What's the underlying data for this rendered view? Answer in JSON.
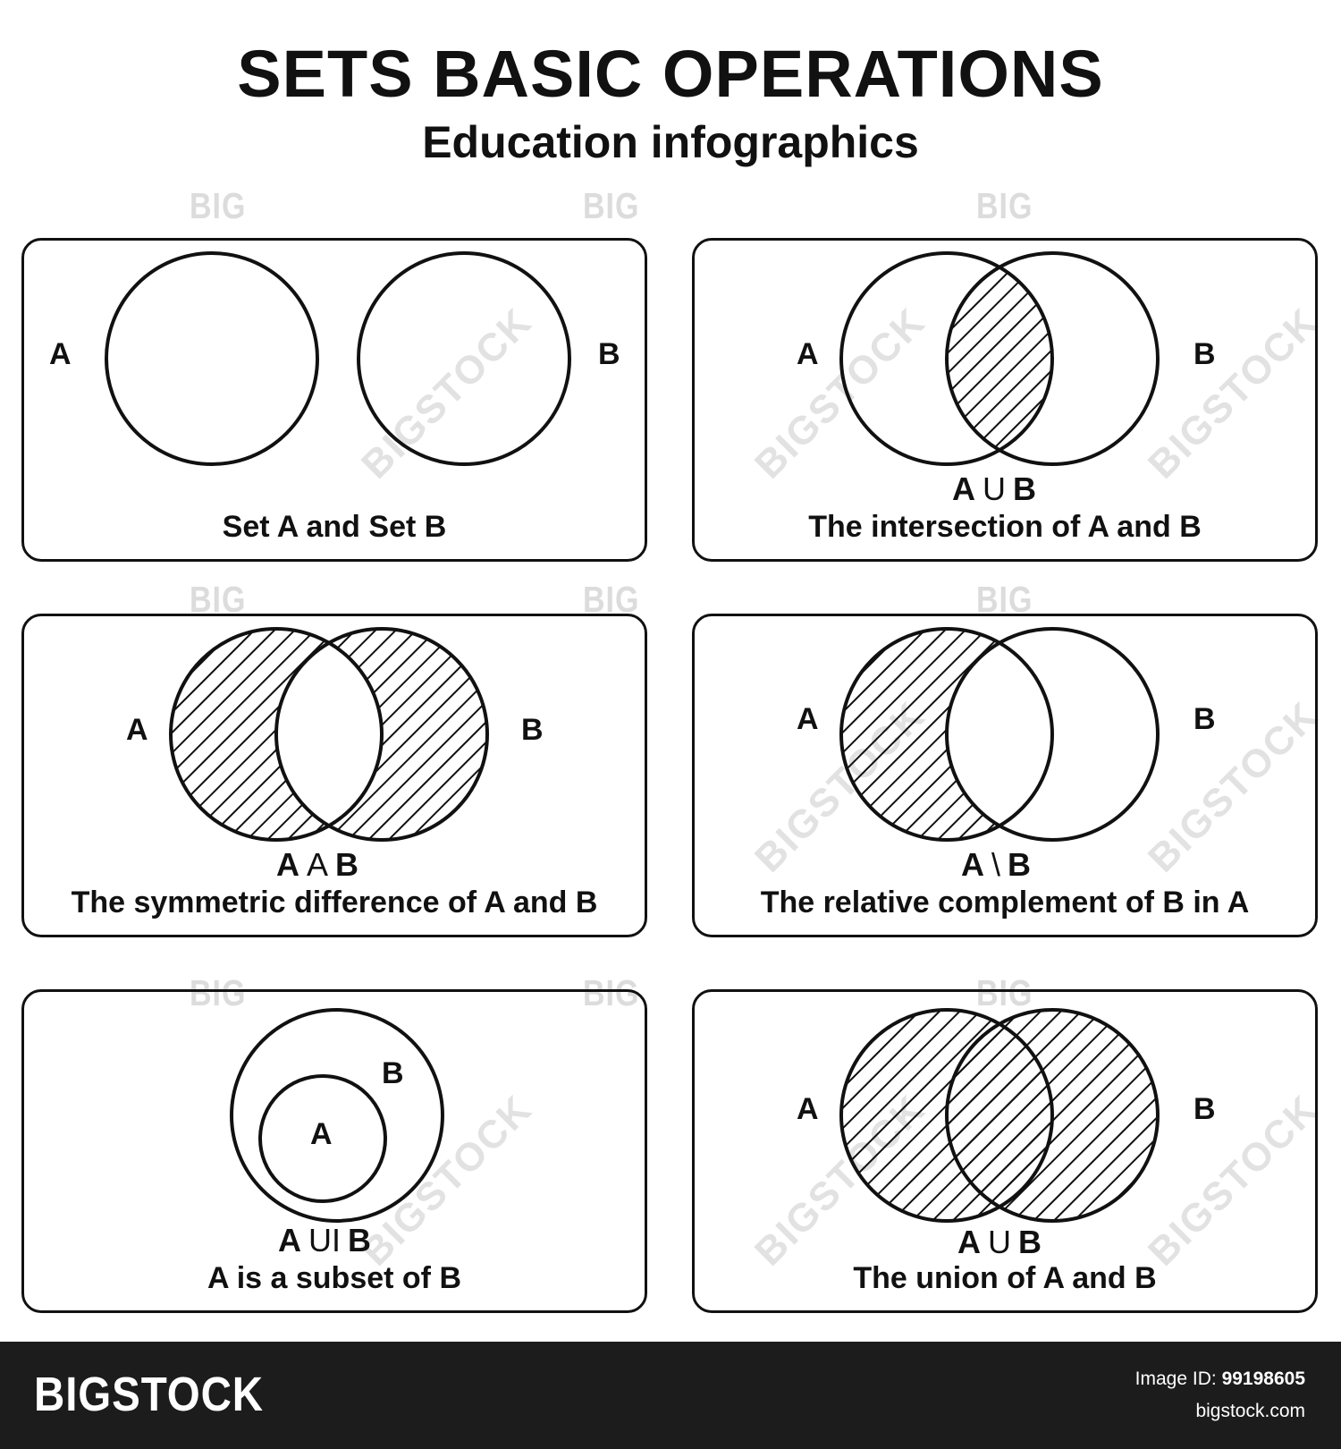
{
  "header": {
    "title": "SETS BASIC OPERATIONS",
    "subtitle": "Education infographics"
  },
  "watermark": {
    "short": "BIG",
    "long": "BIGSTOCK"
  },
  "panels": [
    {
      "caption": "Set A and Set B",
      "label_a": "A",
      "label_b": "B",
      "notation": null
    },
    {
      "caption": "The intersection of A and B",
      "label_a": "A",
      "label_b": "B",
      "notation": {
        "left": "A",
        "op": "U",
        "right": "B"
      }
    },
    {
      "caption": "The symmetric difference of A and B",
      "label_a": "A",
      "label_b": "B",
      "notation": {
        "left": "A",
        "op": "A",
        "right": "B"
      }
    },
    {
      "caption": "The relative complement of B in A",
      "label_a": "A",
      "label_b": "B",
      "notation": {
        "left": "A",
        "op": "\\",
        "right": "B"
      }
    },
    {
      "caption": "A is a subset of B",
      "label_a": "A",
      "label_b": "B",
      "notation": {
        "left": "A",
        "op": "UI",
        "right": "B"
      }
    },
    {
      "caption": "The union of A and B",
      "label_a": "A",
      "label_b": "B",
      "notation": {
        "left": "A",
        "op": "U",
        "right": "B"
      }
    }
  ],
  "footer": {
    "brand": "BIGSTOCK",
    "image_id_label": "Image ID:",
    "image_id": "99198605",
    "site": "bigstock.com"
  },
  "colors": {
    "stroke": "#111111",
    "footer_bg": "#1c1c1c",
    "watermark": "#dcdcdc"
  }
}
